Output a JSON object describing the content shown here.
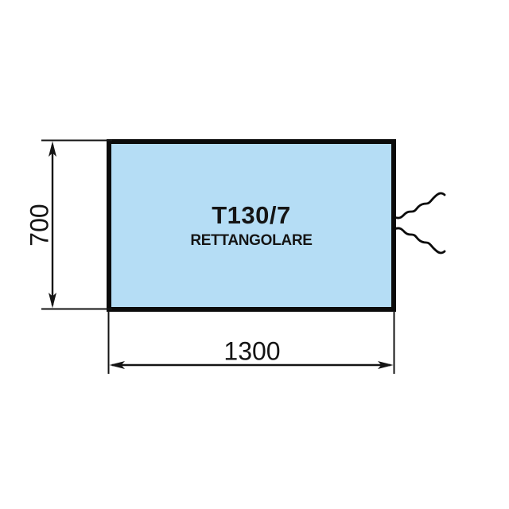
{
  "product": {
    "model": "T130/7",
    "shape_label": "RETTANGOLARE"
  },
  "dimensions": {
    "height_mm": "700",
    "width_mm": "1300"
  },
  "colors": {
    "panel_fill": "#b5ddf5",
    "outline": "#0b0b0b",
    "dimension_lines": "#141414",
    "background": "#ffffff"
  },
  "icons": {
    "wire_top": "wavy-wire-icon",
    "wire_bottom": "wavy-wire-icon"
  }
}
